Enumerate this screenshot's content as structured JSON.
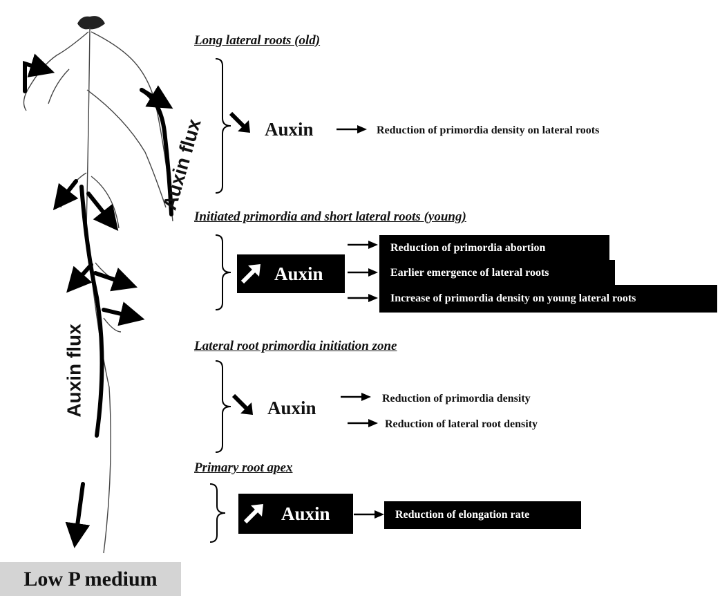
{
  "sections": [
    {
      "heading": "Long lateral roots (old)",
      "auxin_label": "Auxin",
      "direction": "down",
      "effects": [
        "Reduction of primordia density on lateral roots"
      ]
    },
    {
      "heading": "Initiated primordia and short lateral roots (young)",
      "auxin_label": "Auxin",
      "direction": "up",
      "effects": [
        "Reduction of  primordia abortion",
        "Earlier emergence  of lateral roots",
        "Increase of primordia density on young lateral roots"
      ]
    },
    {
      "heading": "Lateral root primordia initiation zone",
      "auxin_label": "Auxin",
      "direction": "down",
      "effects": [
        "Reduction of primordia density",
        "Reduction of  lateral root density"
      ]
    },
    {
      "heading": "Primary root apex",
      "auxin_label": "Auxin",
      "direction": "up",
      "effects": [
        "Reduction of elongation rate"
      ]
    }
  ],
  "flux_labels": {
    "primary": "Auxin flux",
    "lateral": "Auxin flux"
  },
  "footer": "Low P medium"
}
